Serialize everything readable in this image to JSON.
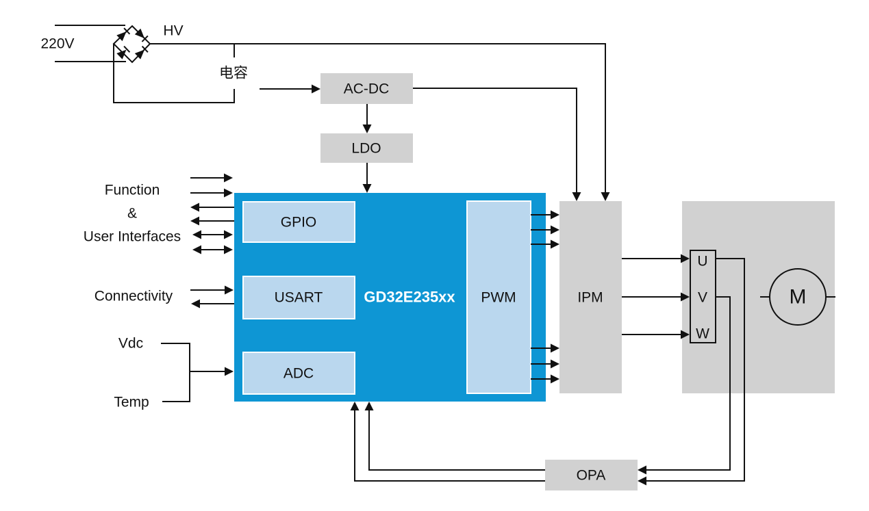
{
  "power": {
    "input": "220V",
    "hv": "HV",
    "capacitor": "电容"
  },
  "blocks": {
    "acdc": "AC-DC",
    "ldo": "LDO",
    "mcu": "GD32E235xx",
    "gpio": "GPIO",
    "usart": "USART",
    "adc": "ADC",
    "pwm": "PWM",
    "ipm": "IPM",
    "opa": "OPA",
    "motor": "M"
  },
  "left_labels": {
    "function": "Function",
    "amp": "&",
    "user_interfaces": "User Interfaces",
    "connectivity": "Connectivity",
    "vdc": "Vdc",
    "temp": "Temp"
  },
  "phases": {
    "u": "U",
    "v": "V",
    "w": "W"
  },
  "colors": {
    "mcu_blue": "#0e96d4",
    "peripheral_blue": "#bad7ee",
    "block_gray": "#d1d1d1",
    "wire_black": "#111111",
    "background": "#ffffff"
  }
}
